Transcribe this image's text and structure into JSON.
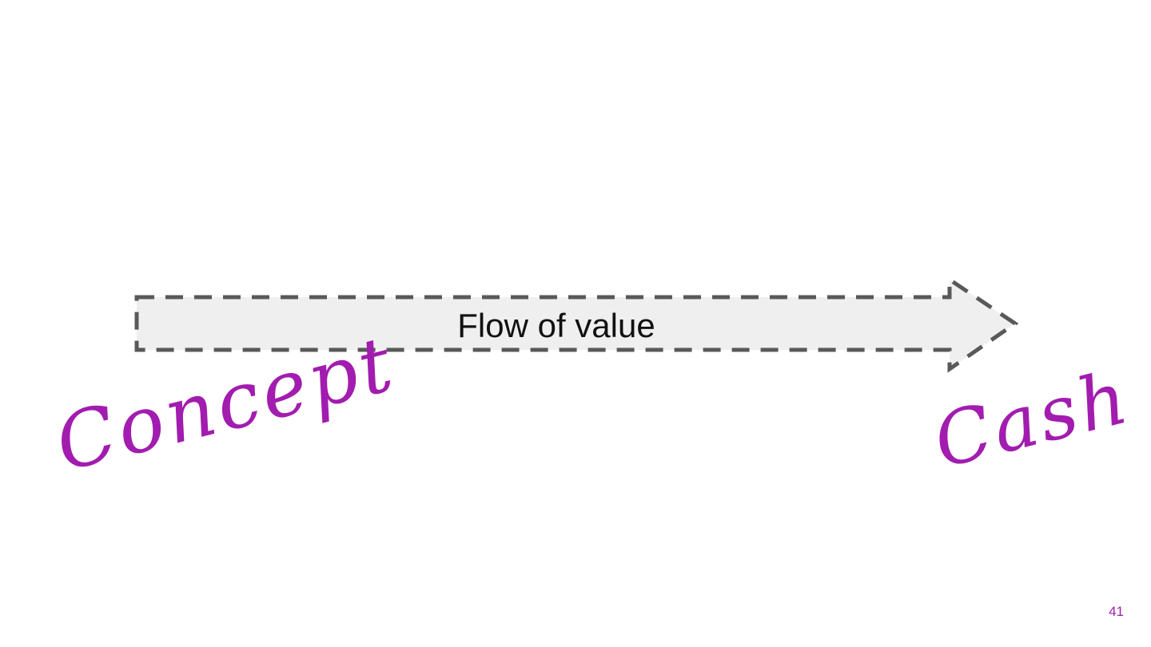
{
  "slide": {
    "arrow": {
      "label": "Flow of value",
      "fill_color": "#efefef",
      "border_color": "#595959",
      "border_style": "dashed"
    },
    "start_label": "Concept",
    "end_label": "Cash",
    "accent_color": "#a21caf",
    "page_number": "41"
  }
}
